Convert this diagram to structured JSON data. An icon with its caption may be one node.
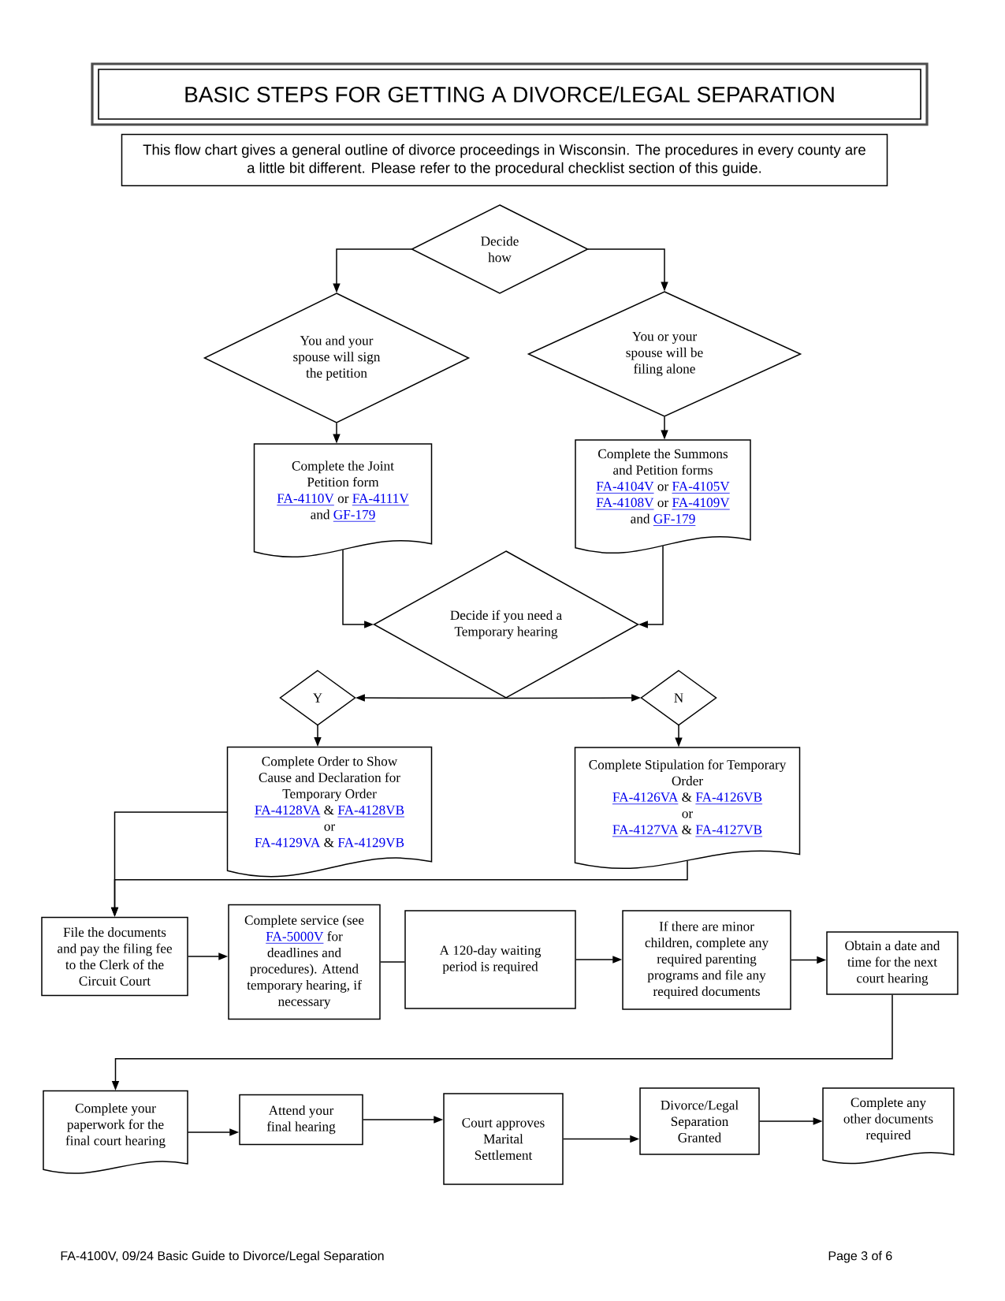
{
  "diagram": {
    "nodes": [
      {
        "text": [
          "BASIC STEPS FOR GETTING A DIVORCE/LEGAL SEPARATION"
        ]
      },
      {
        "text": [
          "This flow chart gives a general outline of divorce proceedings in Wisconsin. The procedures in every county are a little bit different. Please refer to the procedural checklist section of this guide."
        ]
      },
      {
        "text": [
          "Decide how"
        ]
      },
      {
        "text": [
          "You and your spouse will sign the petition"
        ]
      },
      {
        "text": [
          "You or your spouse will be filing alone"
        ]
      },
      {
        "text": [
          "Complete the Joint Petition form",
          "FA-4110V",
          "or",
          "FA-4111V",
          "and",
          "GF-179"
        ]
      },
      {
        "text": [
          "Complete the Summons and Petition forms",
          "FA-4104V",
          "or",
          "FA-4105V",
          "FA-4108V",
          "or",
          "FA-4109V",
          "and",
          "GF-179"
        ]
      },
      {
        "text": [
          "Decide if you need a Temporary hearing"
        ]
      },
      {
        "text": [
          "Y"
        ]
      },
      {
        "text": [
          "N"
        ]
      },
      {
        "text": [
          "Complete Order to Show Cause and Declaration for Temporary Order",
          "FA-4128VA",
          "&",
          "FA-4128VB",
          "or",
          "FA-4129VA",
          "&",
          "FA-4129VB"
        ]
      },
      {
        "text": [
          "Complete Stipulation for Temporary Order",
          "FA-4126VA",
          "&",
          "FA-4126VB",
          "or",
          "FA-4127VA",
          "&",
          "FA-4127VB"
        ]
      },
      {
        "text": [
          "File the documents and pay the filing fee to the Clerk of the Circuit Court"
        ]
      },
      {
        "text": [
          "Complete service (see",
          "FA-5000V",
          "for deadlines and procedures). Attend temporary hearing, if necessary"
        ]
      },
      {
        "text": [
          "A 120-day waiting period is required"
        ]
      },
      {
        "text": [
          "If there are minor children, complete any required parenting programs and file any required documents"
        ]
      },
      {
        "text": [
          "Obtain a date and time for the next court hearing"
        ]
      },
      {
        "text": [
          "Complete your paperwork for the final court hearing"
        ]
      },
      {
        "text": [
          "Attend your final hearing"
        ]
      },
      {
        "text": [
          "Court approves Marital Settlement"
        ]
      },
      {
        "text": [
          "Divorce/Legal Separation Granted"
        ]
      },
      {
        "text": [
          "Complete any other documents required"
        ]
      }
    ],
    "edges": [
      {
        "from": 2,
        "to": 3,
        "arrow": "to"
      },
      {
        "from": 2,
        "to": 4,
        "arrow": "to"
      },
      {
        "from": 3,
        "to": 5,
        "arrow": "to"
      },
      {
        "from": 4,
        "to": 6,
        "arrow": "to"
      },
      {
        "from": 5,
        "to": 7,
        "arrow": "to"
      },
      {
        "from": 6,
        "to": 7,
        "arrow": "to"
      },
      {
        "from": 7,
        "to": 8,
        "arrow": "to"
      },
      {
        "from": 7,
        "to": 9,
        "arrow": "to"
      },
      {
        "from": 8,
        "to": 10,
        "arrow": "to"
      },
      {
        "from": 9,
        "to": 11,
        "arrow": "to"
      },
      {
        "from": 10,
        "to": 12,
        "arrow": "to"
      },
      {
        "from": 11,
        "to": 12,
        "arrow": "to"
      },
      {
        "from": 12,
        "to": 13,
        "arrow": "to"
      },
      {
        "from": 13,
        "to": 14,
        "arrow": "none"
      },
      {
        "from": 14,
        "to": 15,
        "arrow": "to"
      },
      {
        "from": 15,
        "to": 16,
        "arrow": "to"
      },
      {
        "from": 16,
        "to": 17,
        "arrow": "to"
      },
      {
        "from": 17,
        "to": 18,
        "arrow": "to"
      },
      {
        "from": 18,
        "to": 19,
        "arrow": "to"
      },
      {
        "from": 19,
        "to": 20,
        "arrow": "to"
      },
      {
        "from": 20,
        "to": 21,
        "arrow": "to"
      }
    ],
    "labels": [
      "FA-4100V, 09/24 Basic Guide to Divorce/Legal Separation",
      "Page 3 of 6"
    ]
  }
}
